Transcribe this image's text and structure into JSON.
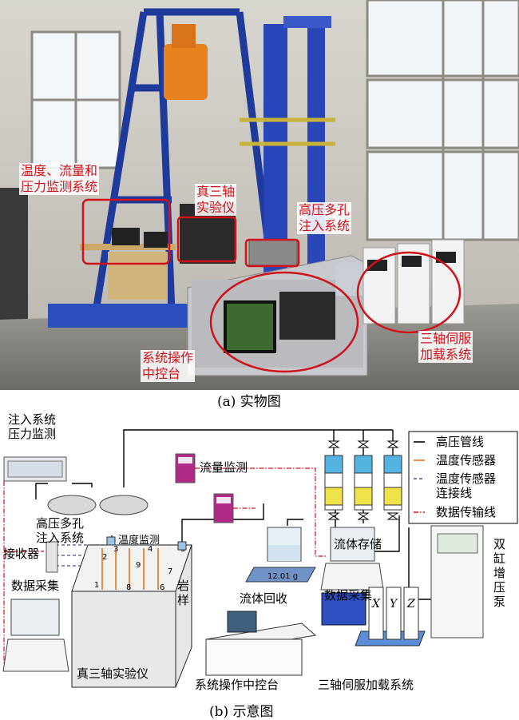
{
  "photo": {
    "labels": {
      "monitor": "温度、流量和\n压力监测系统",
      "triaxial": "真三轴\n实验仪",
      "injection": "高压多孔\n注入系统",
      "console": "系统操作\n中控台",
      "servo": "三轴伺服\n加载系统"
    },
    "caption": "(a) 实物图"
  },
  "diagram": {
    "labels": {
      "inj_pressure": "注入系统\n压力监测",
      "flow_monitor": "流量监测",
      "hp_injection": "高压多孔\n注入系统",
      "temp_monitor": "温度监测",
      "receiver": "接收器",
      "daq_left": "数据采集",
      "rock": "岩\n样",
      "triaxial": "真三轴实验仪",
      "fluid_recovery": "流体回收",
      "fluid_storage": "流体存储",
      "daq_right": "数据采集",
      "pump": "双\n缸\n增\n压\n泵",
      "console": "系统操作中控台",
      "servo": "三轴伺服加载系统",
      "scale_reading": "12.01 g",
      "axis_x": "X",
      "axis_y": "Y",
      "axis_z": "Z",
      "sensors": [
        "1",
        "2",
        "3",
        "4",
        "5",
        "6",
        "7",
        "8",
        "9"
      ]
    },
    "legend": [
      {
        "label": "高压管线",
        "color": "#000000",
        "style": "solid"
      },
      {
        "label": "温度传感器",
        "color": "#e8731c",
        "style": "solid"
      },
      {
        "label": "温度传感器\n连接线",
        "color": "#4a4a9c",
        "style": "dashed"
      },
      {
        "label": "数据传输线",
        "color": "#d0121b",
        "style": "dashdot"
      }
    ],
    "caption": "(b) 示意图"
  }
}
